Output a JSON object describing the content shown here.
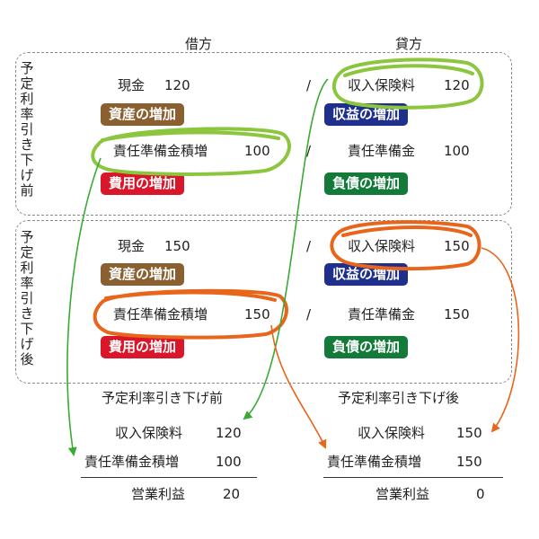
{
  "headers": {
    "debit": "借方",
    "credit": "貸方"
  },
  "slash": "/",
  "colors": {
    "asset": "#8a6030",
    "revenue": "#1e2f8c",
    "expense": "#d9162a",
    "liability": "#137a3a",
    "green_ring": "#8cc63f",
    "orange_ring": "#e8661c",
    "green_arrow": "#3aaa35",
    "orange_arrow": "#e8661c"
  },
  "before": {
    "label": "予定利率引き下げ前",
    "cash": {
      "name": "現金",
      "amount": "120"
    },
    "asset_badge": "資産の増加",
    "premium": {
      "name": "収入保険料",
      "amount": "120"
    },
    "revenue_badge": "収益の増加",
    "reserve_increase": {
      "name": "責任準備金積増",
      "amount": "100"
    },
    "expense_badge": "費用の増加",
    "reserve": {
      "name": "責任準備金",
      "amount": "100"
    },
    "liability_badge": "負債の増加"
  },
  "after": {
    "label": "予定利率引き下げ後",
    "cash": {
      "name": "現金",
      "amount": "150"
    },
    "asset_badge": "資産の増加",
    "premium": {
      "name": "収入保険料",
      "amount": "150"
    },
    "revenue_badge": "収益の増加",
    "reserve_increase": {
      "name": "責任準備金積増",
      "amount": "150"
    },
    "expense_badge": "費用の増加",
    "reserve": {
      "name": "責任準備金",
      "amount": "150"
    },
    "liability_badge": "負債の増加"
  },
  "summary_before": {
    "title": "予定利率引き下げ前",
    "premium_label": "収入保険料",
    "premium_value": "120",
    "reserve_label": "責任準備金積増",
    "reserve_value": "100",
    "profit_label": "営業利益",
    "profit_value": "20"
  },
  "summary_after": {
    "title": "予定利率引き下げ後",
    "premium_label": "収入保険料",
    "premium_value": "150",
    "reserve_label": "責任準備金積増",
    "reserve_value": "150",
    "profit_label": "営業利益",
    "profit_value": "0"
  }
}
